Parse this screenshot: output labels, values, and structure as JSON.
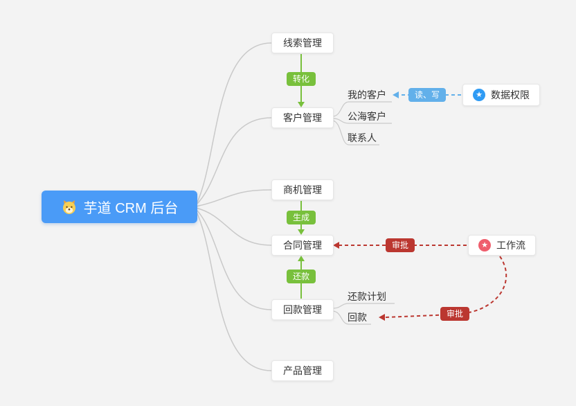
{
  "canvas": {
    "background": "#f3f3f3"
  },
  "root": {
    "label": "芋道 CRM 后台",
    "icon": "dog-face-icon"
  },
  "nodes": {
    "lead": {
      "label": "线索管理"
    },
    "customer": {
      "label": "客户管理"
    },
    "opportunity": {
      "label": "商机管理"
    },
    "contract": {
      "label": "合同管理"
    },
    "receivable": {
      "label": "回款管理"
    },
    "product": {
      "label": "产品管理"
    },
    "data_permission": {
      "label": "数据权限",
      "icon": "star-icon"
    },
    "workflow": {
      "label": "工作流",
      "icon": "star-icon"
    }
  },
  "edges": {
    "convert": {
      "label": "转化",
      "color": "#78c03c"
    },
    "generate": {
      "label": "生成",
      "color": "#78c03c"
    },
    "repay": {
      "label": "还款",
      "color": "#78c03c"
    },
    "read_write": {
      "label": "读、写",
      "color": "#62b0ea"
    },
    "approve_contract": {
      "label": "审批",
      "color": "#bb3730"
    },
    "approve_receivable": {
      "label": "审批",
      "color": "#bb3730"
    }
  },
  "sub_items": {
    "customer": [
      "我的客户",
      "公海客户",
      "联系人"
    ],
    "receivable": [
      "还款计划",
      "回款"
    ]
  },
  "icons": {
    "star": "★"
  },
  "colors": {
    "root_bg": "#4a9bf7",
    "green": "#78c03c",
    "blue": "#62b0ea",
    "red": "#bb3730",
    "edge_gray": "#c9c9c9",
    "data_permission_icon": "#2f9bf4",
    "workflow_icon": "#ef5e6d"
  }
}
